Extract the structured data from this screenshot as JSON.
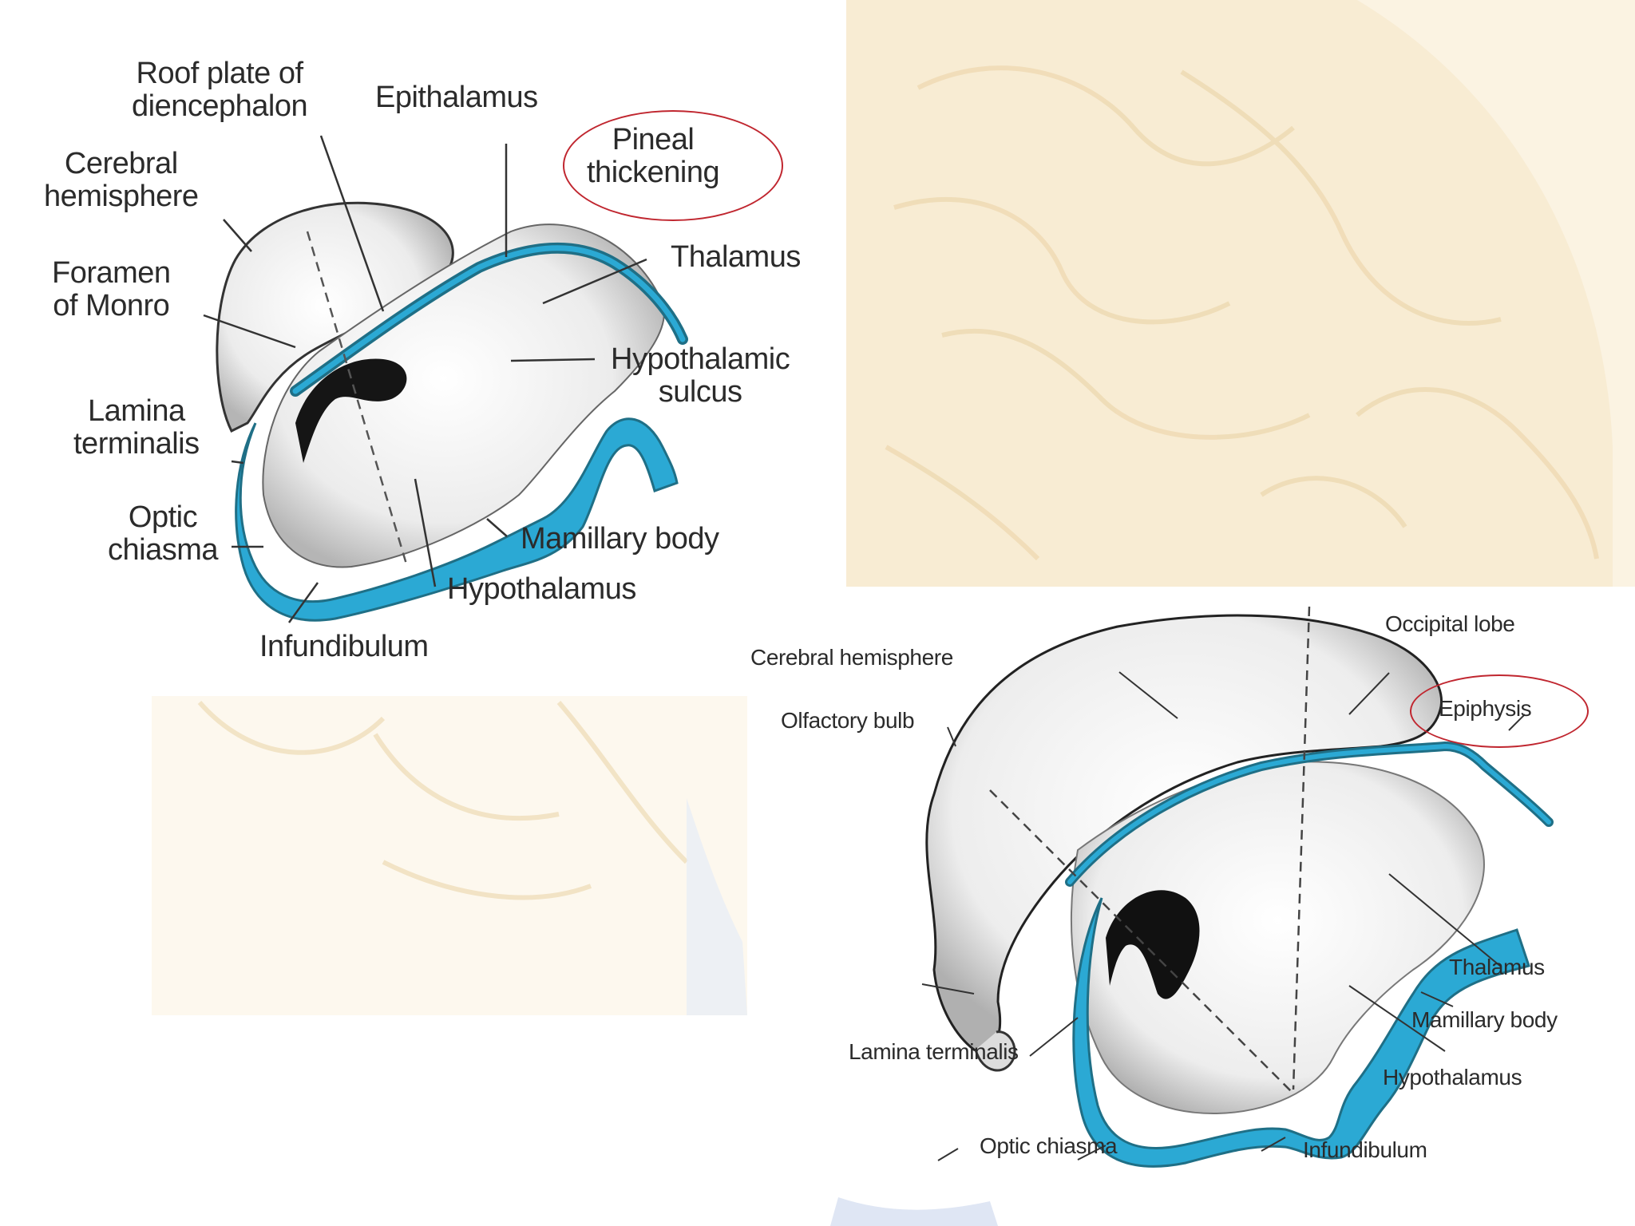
{
  "colors": {
    "ventricle_lining": "#2ba9d4",
    "lining_dark": "#1f6f86",
    "highlight_ring": "#c0262f",
    "label_text": "#2b2b2b",
    "background_brain": "#f4e6c6"
  },
  "diagram_left": {
    "labels": {
      "roof_plate_line1": "Roof plate of",
      "roof_plate_line2": "diencephalon",
      "epithalamus": "Epithalamus",
      "cerebral_line1": "Cerebral",
      "cerebral_line2": "hemisphere",
      "pineal_line1": "Pineal",
      "pineal_line2": "thickening",
      "thalamus": "Thalamus",
      "foramen_line1": "Foramen",
      "foramen_line2": "of Monro",
      "hypothalamic_line1": "Hypothalamic",
      "hypothalamic_line2": "sulcus",
      "lamina_line1": "Lamina",
      "lamina_line2": "terminalis",
      "optic_line1": "Optic",
      "optic_line2": "chiasma",
      "mamillary": "Mamillary body",
      "hypothalamus": "Hypothalamus",
      "infundibulum": "Infundibulum"
    }
  },
  "diagram_right": {
    "labels": {
      "occipital": "Occipital lobe",
      "cerebral": "Cerebral hemisphere",
      "epiphysis": "Epiphysis",
      "olfactory": "Olfactory bulb",
      "thalamus": "Thalamus",
      "mamillary": "Mamillary body",
      "lamina": "Lamina terminalis",
      "hypothalamus": "Hypothalamus",
      "optic": "Optic chiasma",
      "infundibulum": "Infundibulum"
    }
  }
}
